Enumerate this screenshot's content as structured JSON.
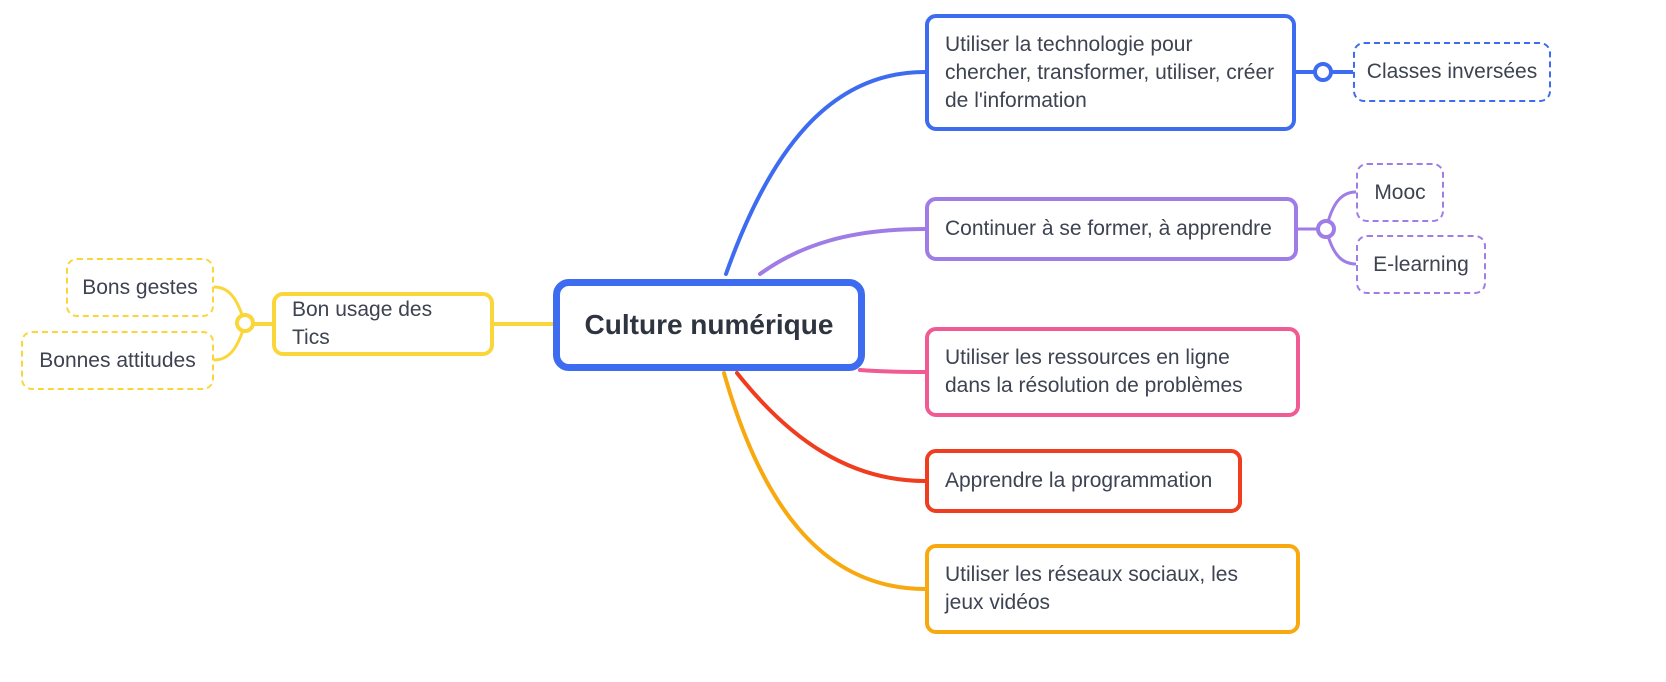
{
  "central": {
    "label": "Culture numérique",
    "color": "#3d6cf1"
  },
  "topics": [
    {
      "id": "tech",
      "label": "Utiliser la technologie pour chercher, transformer, utiliser, créer de l'information",
      "color": "#3d6cf1"
    },
    {
      "id": "learn",
      "label": "Continuer à se former, à apprendre",
      "color": "#a07ce6"
    },
    {
      "id": "resources",
      "label": "Utiliser les ressources en ligne dans la résolution de problèmes",
      "color": "#ef5b92"
    },
    {
      "id": "prog",
      "label": "Apprendre la programmation",
      "color": "#f03c1f"
    },
    {
      "id": "social",
      "label": "Utiliser les réseaux sociaux, les jeux vidéos",
      "color": "#f7a90f"
    },
    {
      "id": "tics",
      "label": "Bon usage des Tics",
      "color": "#fbd63a"
    }
  ],
  "subtopics": [
    {
      "parent": "tech",
      "label": "Classes inversées"
    },
    {
      "parent": "learn",
      "label": "Mooc"
    },
    {
      "parent": "learn",
      "label": "E-learning"
    },
    {
      "parent": "tics",
      "label": "Bons gestes"
    },
    {
      "parent": "tics",
      "label": "Bonnes attitudes"
    }
  ]
}
